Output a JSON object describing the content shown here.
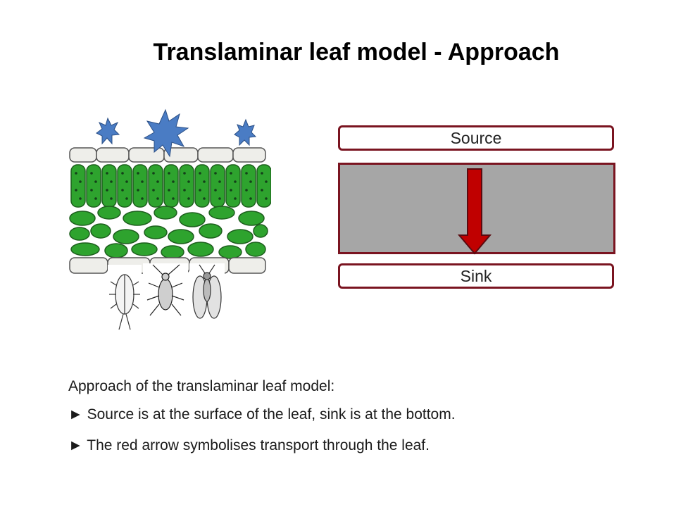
{
  "title": "Translaminar leaf model - Approach",
  "diagram": {
    "source_label": "Source",
    "sink_label": "Sink",
    "colors": {
      "bar_border": "#7a1420",
      "leaf_block": "#a6a6a6",
      "arrow_fill": "#c00000",
      "chloroplast_cell": "#2ea32e",
      "particle": "#4a7cc4"
    }
  },
  "text": {
    "intro": "Approach of the translaminar leaf model:",
    "bullets": [
      "► Source is at the surface of the leaf, sink is at the bottom.",
      "► The red arrow symbolises transport through the leaf."
    ]
  }
}
